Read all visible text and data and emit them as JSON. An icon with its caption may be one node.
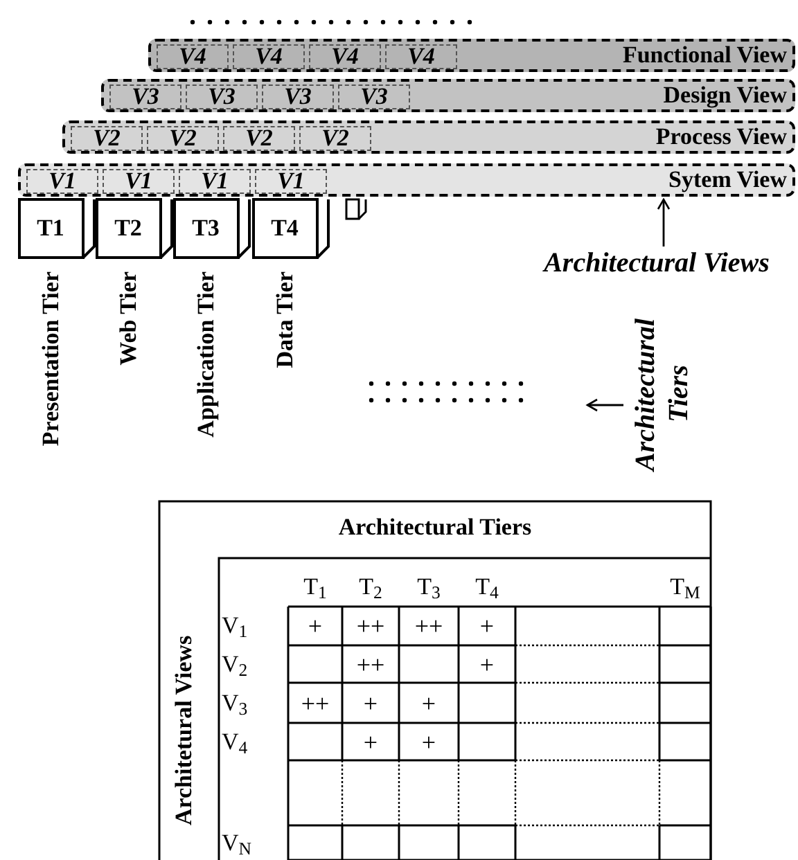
{
  "diagram": {
    "nodes": [
      {
        "text": [
          "Functional View"
        ]
      },
      {
        "text": [
          "V4"
        ],
        "in": 0
      },
      {
        "text": [
          "V4"
        ],
        "in": 0
      },
      {
        "text": [
          "V4"
        ],
        "in": 0
      },
      {
        "text": [
          "V4"
        ],
        "in": 0
      },
      {
        "text": [
          "Design View"
        ]
      },
      {
        "text": [
          "V3"
        ],
        "in": 5
      },
      {
        "text": [
          "V3"
        ],
        "in": 5
      },
      {
        "text": [
          "V3"
        ],
        "in": 5
      },
      {
        "text": [
          "V3"
        ],
        "in": 5
      },
      {
        "text": [
          "Process View"
        ]
      },
      {
        "text": [
          "V2"
        ],
        "in": 10
      },
      {
        "text": [
          "V2"
        ],
        "in": 10
      },
      {
        "text": [
          "V2"
        ],
        "in": 10
      },
      {
        "text": [
          "V2"
        ],
        "in": 10
      },
      {
        "text": [
          "Sytem View"
        ]
      },
      {
        "text": [
          "V1"
        ],
        "in": 15
      },
      {
        "text": [
          "V1"
        ],
        "in": 15
      },
      {
        "text": [
          "V1"
        ],
        "in": 15
      },
      {
        "text": [
          "V1"
        ],
        "in": 15
      },
      {
        "text": [
          "T1"
        ],
        "beside": [
          "Presentation Tier"
        ]
      },
      {
        "text": [
          "T2"
        ],
        "beside": [
          "Web Tier"
        ]
      },
      {
        "text": [
          "T3"
        ],
        "beside": [
          "Application Tier"
        ]
      },
      {
        "text": [
          "T4"
        ],
        "beside": [
          "Data Tier"
        ]
      },
      {
        "text": [],
        "shape": "box"
      },
      {
        "text": [
          "Architectural Views"
        ]
      },
      {
        "text": [
          "Architectural Tiers"
        ]
      }
    ],
    "edges": [
      {
        "from": 25,
        "to": 15,
        "arrow": "to"
      },
      {
        "from": 26,
        "to": null,
        "arrow": "to"
      }
    ],
    "labels": [
      "Architectural Tiers",
      "T$_{1}$",
      "T$_{2}$",
      "T$_{3}$",
      "T$_{4}$",
      "T$_{M}$",
      "Architetural Views",
      "V$_{1}$",
      "+",
      "++",
      "++",
      "+",
      "V$_{2}$",
      "++",
      "+",
      "V$_{3}$",
      "++",
      "+",
      "+",
      "V$_{4}$",
      "+",
      "+",
      "V$_{N}$"
    ]
  }
}
